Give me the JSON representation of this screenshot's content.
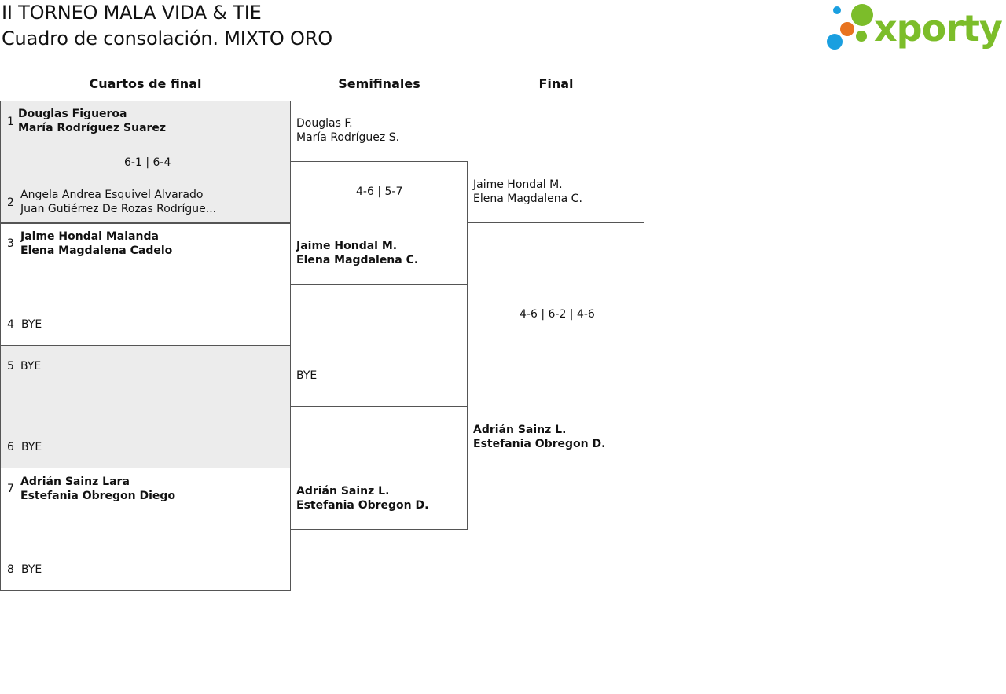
{
  "header": {
    "title_line1": "II TORNEO MALA VIDA & TIE",
    "title_line2": "Cuadro de consolación. MIXTO ORO"
  },
  "logo": {
    "text": "xporty",
    "colors": {
      "green": "#7cbd2a",
      "orange": "#e8731f",
      "blue": "#1a9fe0"
    }
  },
  "rounds": {
    "quarterfinals": "Cuartos de final",
    "semifinals": "Semifinales",
    "final": "Final"
  },
  "quarterfinals": [
    {
      "top": {
        "seed": "1",
        "p1": "Douglas Figueroa",
        "p2": "María Rodríguez Suarez"
      },
      "bottom": {
        "seed": "2",
        "p1": "Angela Andrea Esquivel Alvarado",
        "p2": "Juan Gutiérrez De Rozas Rodrígue..."
      },
      "score": "6-1 | 6-4"
    },
    {
      "top": {
        "seed": "3",
        "p1": "Jaime Hondal Malanda",
        "p2": "Elena Magdalena Cadelo"
      },
      "bottom": {
        "seed": "4",
        "p1": "BYE"
      }
    },
    {
      "top": {
        "seed": "5",
        "p1": "BYE"
      },
      "bottom": {
        "seed": "6",
        "p1": "BYE"
      }
    },
    {
      "top": {
        "seed": "7",
        "p1": "Adrián Sainz Lara",
        "p2": "Estefania Obregon Diego"
      },
      "bottom": {
        "seed": "8",
        "p1": "BYE"
      }
    }
  ],
  "semifinals": [
    {
      "top": {
        "p1": "Douglas F.",
        "p2": "María Rodríguez S."
      },
      "score": "4-6 | 5-7",
      "bottom": {
        "p1": "Jaime Hondal M.",
        "p2": "Elena Magdalena C."
      }
    },
    {
      "top": {
        "p1": "BYE"
      },
      "bottom": {
        "p1": "Adrián Sainz L.",
        "p2": "Estefania Obregon D."
      }
    }
  ],
  "final": {
    "top": {
      "p1": "Jaime Hondal M.",
      "p2": "Elena Magdalena C."
    },
    "score": "4-6 | 6-2 | 4-6",
    "bottom": {
      "p1": "Adrián Sainz L.",
      "p2": "Estefania Obregon D."
    }
  }
}
